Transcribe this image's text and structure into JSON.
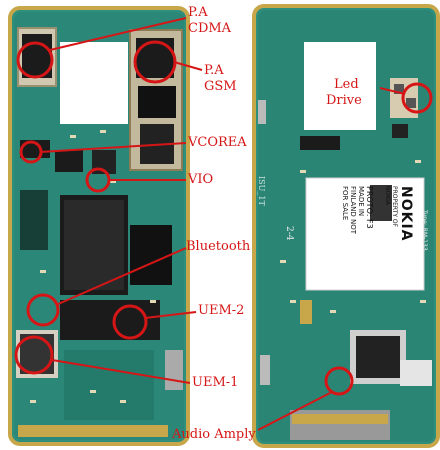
{
  "labels": {
    "pa_cdma_line1": "P.A",
    "pa_cdma_line2": "CDMA",
    "pa_gsm_line1": "P.A",
    "pa_gsm_line2": "GSM",
    "vcorea": "VCOREA",
    "vio": "VIO",
    "bluetooth": "Bluetooth",
    "uem2": "UEM-2",
    "uem1": "UEM-1",
    "audio_amply": "Audio Amply",
    "led_drive_line1": "Led",
    "led_drive_line2": "Drive"
  },
  "sticker": {
    "brand": "NOKIA",
    "line1": "PROPERTY OF NOKIA",
    "line2": "PROTO: F3",
    "line3": "MADE IN FINLAND  NOT FOR SALE",
    "type": "Type: RM-133"
  },
  "pcb_text": {
    "isu": "ISU_1T",
    "ref": "2-4"
  },
  "colors": {
    "annotation": "#d61616",
    "pcb_green": "#2f8f7d",
    "pcb_dark": "#1f6f5f",
    "gold": "#c8a64a",
    "chip": "#1b1b1b"
  }
}
